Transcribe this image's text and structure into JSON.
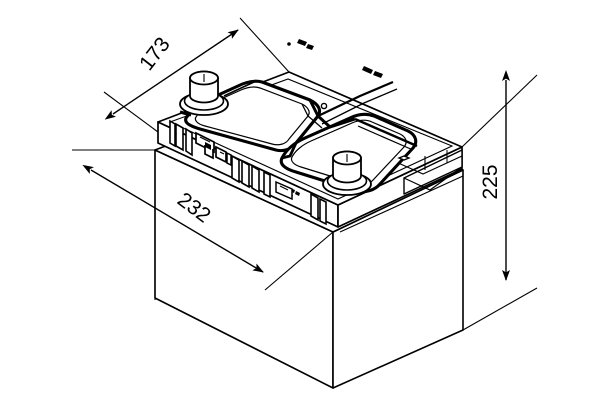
{
  "drawing": {
    "title": "Car battery isometric dimension drawing",
    "subject": "automotive-battery",
    "projection": "isometric",
    "line_color": "#000000",
    "fill_color": "#ffffff",
    "background": "#ffffff",
    "units": "mm"
  },
  "dimensions": {
    "width": {
      "value": "173",
      "label": "173",
      "axis": "depth",
      "orientation": "diagonal-up-right",
      "arrowheads": "both",
      "text_rotation": -52
    },
    "length": {
      "value": "232",
      "label": "232",
      "axis": "length",
      "orientation": "diagonal-down-right",
      "arrowheads": "both",
      "text_rotation": 37
    },
    "height": {
      "value": "225",
      "label": "225",
      "axis": "height",
      "orientation": "vertical",
      "arrowheads": "both",
      "text_rotation": -90
    }
  },
  "features": {
    "terminal_rear": "battery-terminal-post",
    "terminal_front": "battery-terminal-post",
    "lid": "battery-lid",
    "vent_cover": "vent-cover-panel",
    "case": "battery-case-body",
    "ribs": "side-rib-detail",
    "channel": "lid-channel-groove"
  }
}
